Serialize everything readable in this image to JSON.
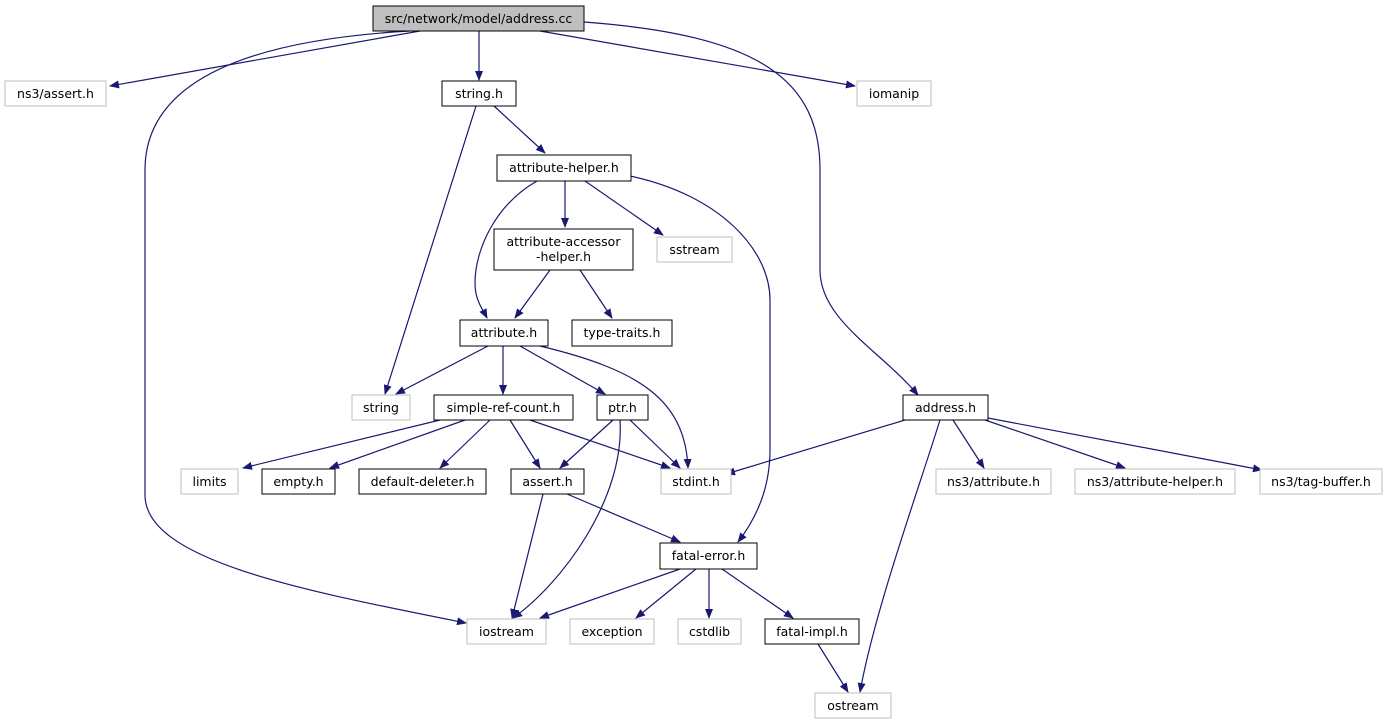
{
  "colors": {
    "edge": "#191970",
    "node_border": "#000000",
    "external_border": "#bfbfbf",
    "root_fill": "#bfbfbf",
    "node_fill": "#ffffff",
    "text": "#000000"
  },
  "nodes": {
    "address_cc": "src/network/model/address.cc",
    "ns3_assert_h": "ns3/assert.h",
    "string_h": "string.h",
    "iomanip": "iomanip",
    "attribute_helper_h": "attribute-helper.h",
    "attribute_accessor_helper_h_line1": "attribute-accessor",
    "attribute_accessor_helper_h_line2": "-helper.h",
    "sstream": "sstream",
    "attribute_h": "attribute.h",
    "type_traits_h": "type-traits.h",
    "string": "string",
    "simple_ref_count_h": "simple-ref-count.h",
    "ptr_h": "ptr.h",
    "address_h": "address.h",
    "limits": "limits",
    "empty_h": "empty.h",
    "default_deleter_h": "default-deleter.h",
    "assert_h": "assert.h",
    "stdint_h": "stdint.h",
    "ns3_attribute_h": "ns3/attribute.h",
    "ns3_attribute_helper_h": "ns3/attribute-helper.h",
    "ns3_tag_buffer_h": "ns3/tag-buffer.h",
    "fatal_error_h": "fatal-error.h",
    "iostream": "iostream",
    "exception": "exception",
    "cstdlib": "cstdlib",
    "fatal_impl_h": "fatal-impl.h",
    "ostream": "ostream"
  }
}
